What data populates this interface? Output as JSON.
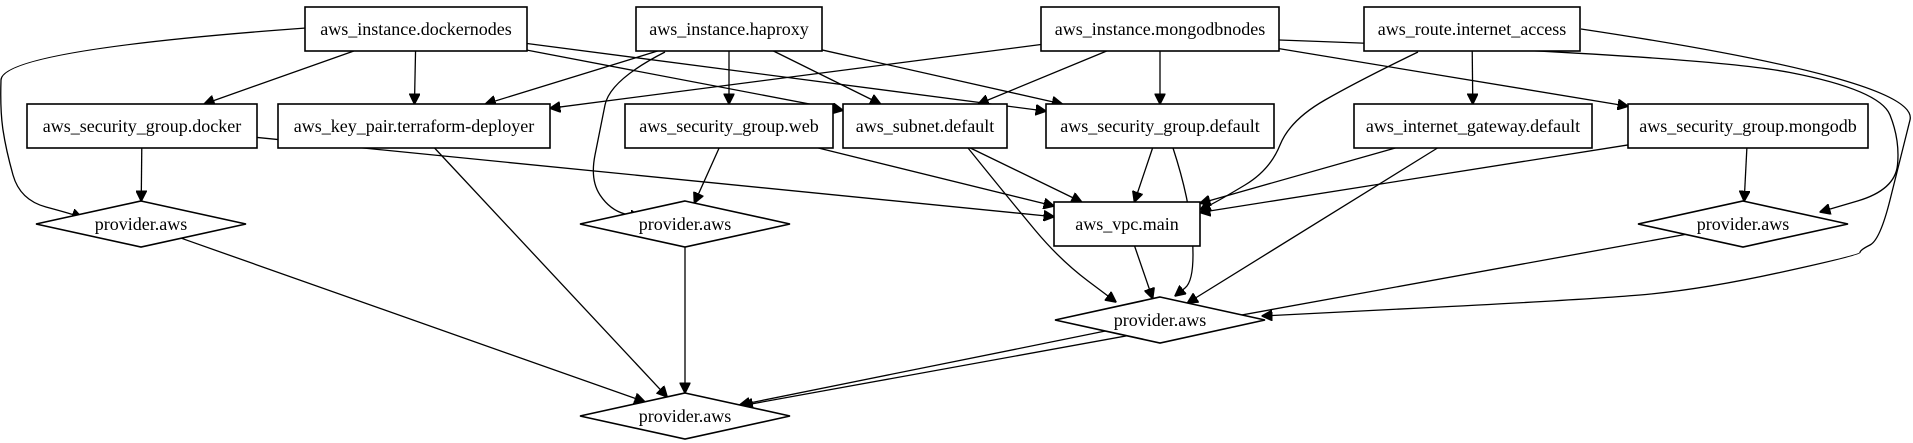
{
  "nodes": [
    {
      "id": "dockernodes",
      "label": "aws_instance.dockernodes",
      "shape": "box"
    },
    {
      "id": "haproxy",
      "label": "aws_instance.haproxy",
      "shape": "box"
    },
    {
      "id": "mongodbnodes",
      "label": "aws_instance.mongodbnodes",
      "shape": "box"
    },
    {
      "id": "route",
      "label": "aws_route.internet_access",
      "shape": "box"
    },
    {
      "id": "sg_docker",
      "label": "aws_security_group.docker",
      "shape": "box"
    },
    {
      "id": "key_pair",
      "label": "aws_key_pair.terraform-deployer",
      "shape": "box"
    },
    {
      "id": "sg_web",
      "label": "aws_security_group.web",
      "shape": "box"
    },
    {
      "id": "subnet",
      "label": "aws_subnet.default",
      "shape": "box"
    },
    {
      "id": "sg_default",
      "label": "aws_security_group.default",
      "shape": "box"
    },
    {
      "id": "igw",
      "label": "aws_internet_gateway.default",
      "shape": "box"
    },
    {
      "id": "sg_mongodb",
      "label": "aws_security_group.mongodb",
      "shape": "box"
    },
    {
      "id": "prov_docker",
      "label": "provider.aws",
      "shape": "diamond"
    },
    {
      "id": "prov_web",
      "label": "provider.aws",
      "shape": "diamond"
    },
    {
      "id": "vpc",
      "label": "aws_vpc.main",
      "shape": "box"
    },
    {
      "id": "prov_mongodb",
      "label": "provider.aws",
      "shape": "diamond"
    },
    {
      "id": "prov_mid",
      "label": "provider.aws",
      "shape": "diamond"
    },
    {
      "id": "prov_root",
      "label": "provider.aws",
      "shape": "diamond"
    }
  ],
  "edges": [
    {
      "from": "dockernodes",
      "to": "prov_docker"
    },
    {
      "from": "dockernodes",
      "to": "sg_docker"
    },
    {
      "from": "dockernodes",
      "to": "key_pair"
    },
    {
      "from": "dockernodes",
      "to": "subnet"
    },
    {
      "from": "dockernodes",
      "to": "sg_default"
    },
    {
      "from": "haproxy",
      "to": "key_pair"
    },
    {
      "from": "haproxy",
      "to": "prov_web"
    },
    {
      "from": "haproxy",
      "to": "sg_web"
    },
    {
      "from": "haproxy",
      "to": "subnet"
    },
    {
      "from": "haproxy",
      "to": "sg_default"
    },
    {
      "from": "mongodbnodes",
      "to": "key_pair"
    },
    {
      "from": "mongodbnodes",
      "to": "subnet"
    },
    {
      "from": "mongodbnodes",
      "to": "sg_default"
    },
    {
      "from": "mongodbnodes",
      "to": "sg_mongodb"
    },
    {
      "from": "mongodbnodes",
      "to": "prov_mongodb"
    },
    {
      "from": "route",
      "to": "vpc"
    },
    {
      "from": "route",
      "to": "igw"
    },
    {
      "from": "route",
      "to": "prov_mid"
    },
    {
      "from": "sg_docker",
      "to": "prov_docker"
    },
    {
      "from": "sg_docker",
      "to": "vpc"
    },
    {
      "from": "key_pair",
      "to": "prov_root"
    },
    {
      "from": "sg_web",
      "to": "prov_web"
    },
    {
      "from": "sg_web",
      "to": "vpc"
    },
    {
      "from": "subnet",
      "to": "vpc"
    },
    {
      "from": "subnet",
      "to": "prov_mid"
    },
    {
      "from": "sg_default",
      "to": "vpc"
    },
    {
      "from": "sg_default",
      "to": "prov_mid"
    },
    {
      "from": "igw",
      "to": "vpc"
    },
    {
      "from": "igw",
      "to": "prov_mid"
    },
    {
      "from": "sg_mongodb",
      "to": "vpc"
    },
    {
      "from": "sg_mongodb",
      "to": "prov_mongodb"
    },
    {
      "from": "prov_docker",
      "to": "prov_root"
    },
    {
      "from": "prov_web",
      "to": "prov_root"
    },
    {
      "from": "vpc",
      "to": "prov_mid"
    },
    {
      "from": "prov_mongodb",
      "to": "prov_root"
    },
    {
      "from": "prov_mid",
      "to": "prov_root"
    }
  ]
}
